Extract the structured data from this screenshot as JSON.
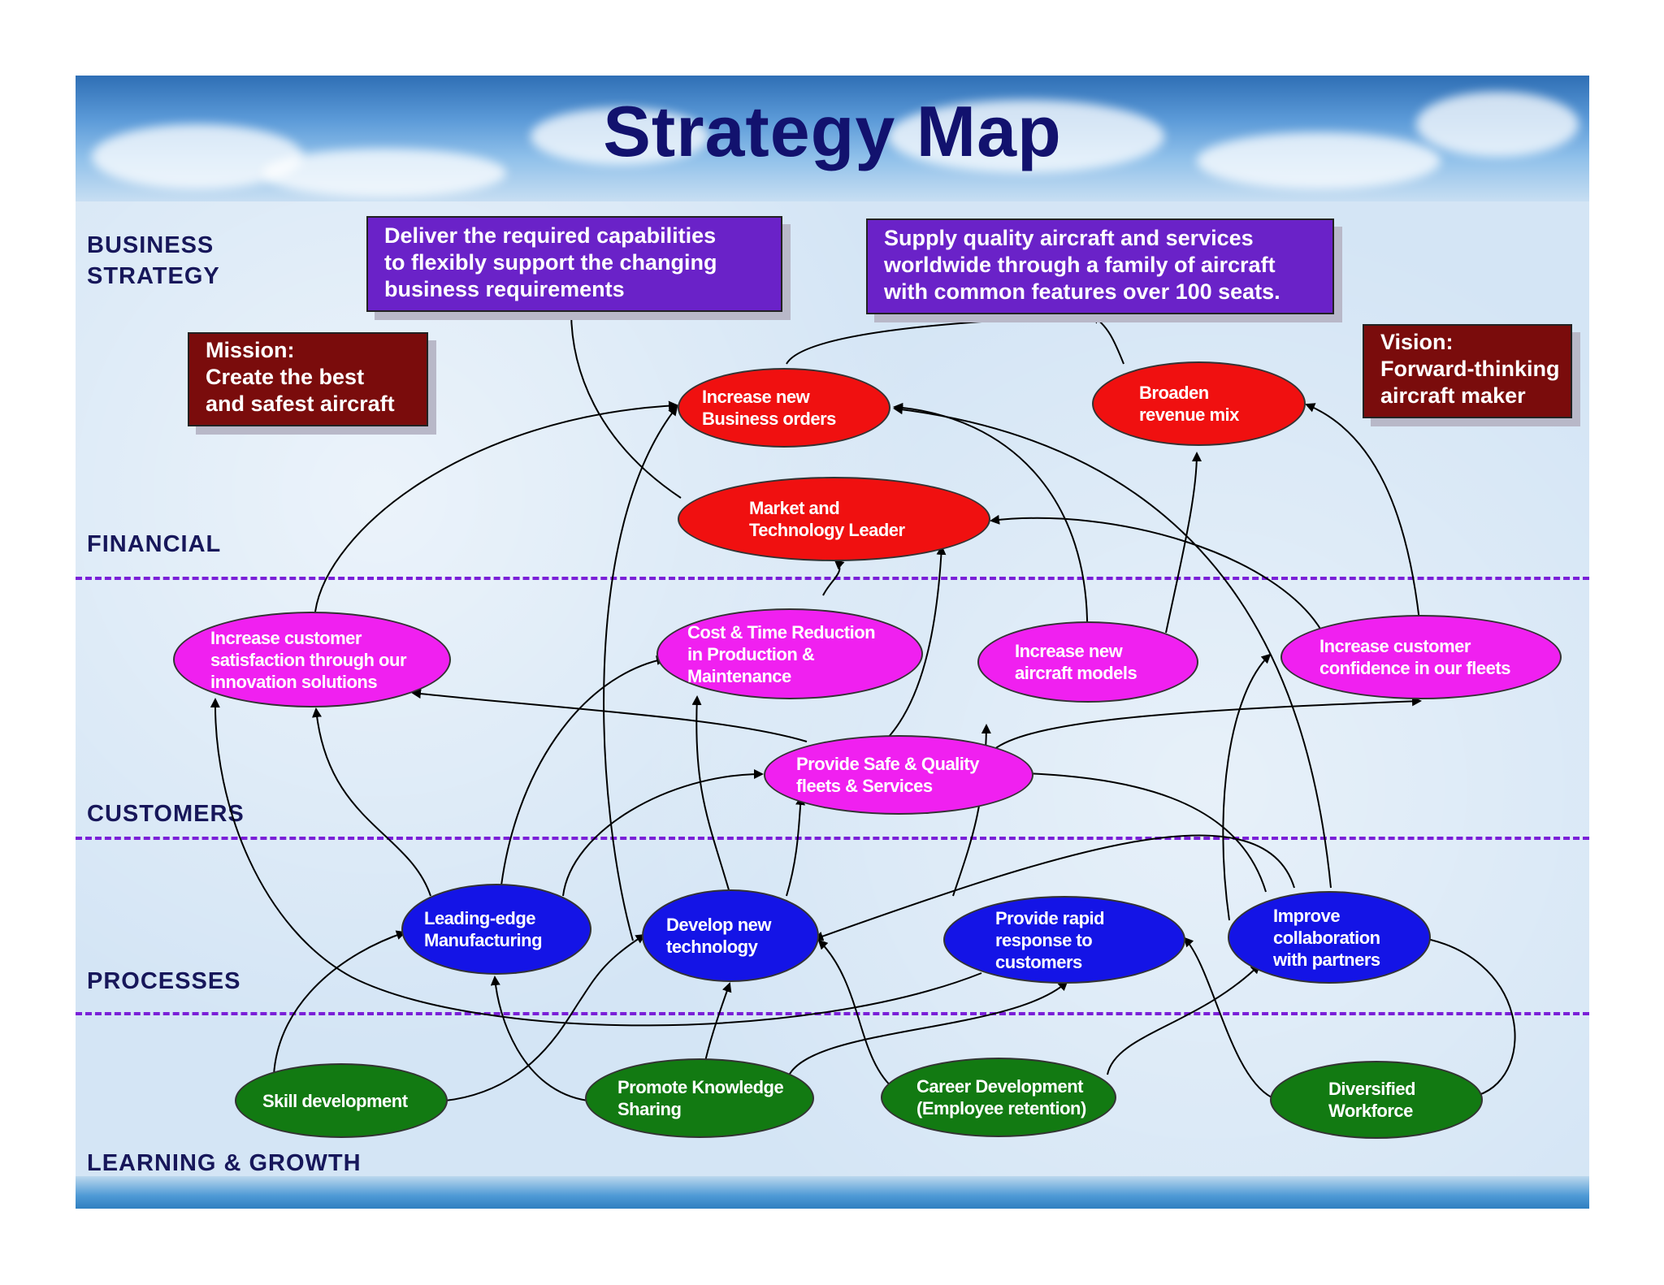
{
  "title": "Strategy Map",
  "layers": {
    "business_strategy": "BUSINESS\nSTRATEGY",
    "financial": "FINANCIAL",
    "customers": "CUSTOMERS",
    "processes": "PROCESSES",
    "learning": "LEARNING & GROWTH"
  },
  "strategy_boxes": {
    "left": "Deliver the required capabilities\nto flexibly support the changing\nbusiness requirements",
    "right": "Supply quality aircraft and services\nworldwide through a family of aircraft\nwith common features over 100 seats."
  },
  "mission": "Mission:\nCreate the best\nand safest aircraft",
  "vision": "Vision:\nForward-thinking\naircraft maker",
  "colors": {
    "financial": "#f01010",
    "customers": "#f020f0",
    "processes": "#1414e6",
    "learning": "#127a12",
    "strategy_box": "#6a22c8",
    "mission_box": "#7a0c0c",
    "divider": "#7a20d8"
  },
  "nodes": {
    "increase_orders": "Increase new\nBusiness orders",
    "broaden_revenue": "Broaden\nrevenue mix",
    "market_leader": "Market and\nTechnology Leader",
    "customer_satisfaction": "Increase customer\nsatisfaction through our\ninnovation solutions",
    "cost_time": "Cost & Time Reduction\nin Production &\nMaintenance",
    "new_models": "Increase new\naircraft models",
    "customer_confidence": "Increase customer\nconfidence in our fleets",
    "safe_quality": "Provide Safe & Quality\nfleets & Services",
    "leading_edge": "Leading-edge\nManufacturing",
    "develop_tech": "Develop new\ntechnology",
    "rapid_response": "Provide rapid\nresponse to\ncustomers",
    "collaboration": "Improve\ncollaboration\nwith partners",
    "skill_dev": "Skill development",
    "knowledge": "Promote Knowledge\nSharing",
    "career": "Career Development\n(Employee retention)",
    "diversified": "Diversified\nWorkforce"
  }
}
